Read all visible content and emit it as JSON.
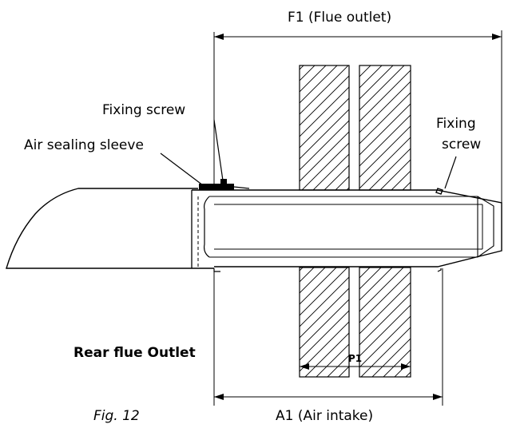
{
  "labels": {
    "flue_outlet": "F1 (Flue outlet)",
    "air_intake": "A1 (Air intake)",
    "p1": "P1",
    "fixing_screw_left": "Fixing screw",
    "air_sealing_sleeve": "Air sealing sleeve",
    "fixing_screw_right_line1": "Fixing",
    "fixing_screw_right_line2": "screw",
    "rear_flue_outlet": "Rear flue Outlet",
    "figure_caption": "Fig. 12"
  },
  "colors": {
    "line": "#000000",
    "background": "#ffffff"
  }
}
